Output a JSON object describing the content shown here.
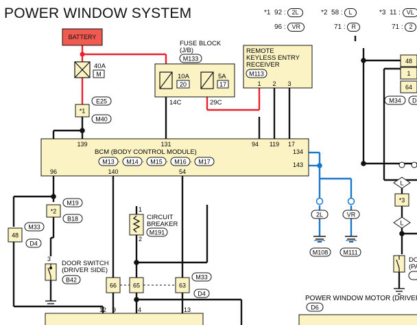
{
  "title": "POWER WINDOW SYSTEM",
  "legend": [
    {
      "mark": "*1",
      "code": "92",
      "value": "2L"
    },
    {
      "mark": "",
      "code": "96",
      "value": "VR"
    },
    {
      "mark": "*2",
      "code": "58",
      "value": "L"
    },
    {
      "mark": "",
      "code": "71",
      "value": "R"
    },
    {
      "mark": "*3",
      "code": "11",
      "value": "VL"
    },
    {
      "mark": "",
      "code": "71",
      "value": "2"
    }
  ],
  "battery": {
    "label": "BATTERY"
  },
  "fusible_link": {
    "amps": "40A",
    "code": "M"
  },
  "fuse_block": {
    "title": "FUSE BLOCK",
    "subtitle": "(J/B)",
    "connector": "M133",
    "fuse1": {
      "amps": "10A",
      "num": "20"
    },
    "fuse2": {
      "amps": "5A",
      "num": "17"
    },
    "term1": "14C",
    "term2": "29C"
  },
  "remote_receiver": {
    "line1": "REMOTE",
    "line2": "KEYLESS ENTRY",
    "line3": "RECEIVER",
    "connector": "M113",
    "pins": [
      "1",
      "2",
      "3"
    ]
  },
  "joint1": {
    "mark": "*1",
    "top": "E25",
    "bottom": "M40"
  },
  "bcm": {
    "label": "BCM (BODY CONTROL MODULE)",
    "connectors": [
      "M13",
      "M14",
      "M15",
      "M16",
      "M17"
    ],
    "pins_top": [
      "139",
      "131",
      "94",
      "119",
      "17"
    ],
    "pins_right": [
      "134",
      "143"
    ],
    "pins_bottom": [
      "96",
      "140",
      "54"
    ]
  },
  "joint2": {
    "mark": "*2",
    "top": "M19",
    "bottom": "B18"
  },
  "jc48_left": {
    "num": "48",
    "top": "M33",
    "bottom": "D4"
  },
  "door_switch": {
    "pin": "3",
    "line1": "DOOR SWITCH",
    "line2": "(DRIVER SIDE)",
    "connector": "B42"
  },
  "circuit_breaker": {
    "pin1": "1",
    "pin2": "2",
    "line1": "CIRCUIT",
    "line2": "BREAKER",
    "connector": "M191"
  },
  "ground_labels": [
    "2L",
    "VR"
  ],
  "ground_connectors": [
    "M108",
    "M111"
  ],
  "jc_boxes": [
    "66",
    "65",
    "63"
  ],
  "jc_codes": {
    "top": "M33",
    "bottom": "D4"
  },
  "pwm": {
    "label": "POWER WINDOW MOTOR (DRIVER",
    "connector": "D6"
  },
  "bottom_pins": [
    "12",
    "9",
    "4",
    "13"
  ],
  "right_panel": {
    "pins": [
      "48",
      "1",
      "64"
    ],
    "connector": "M34",
    "mark": "*3",
    "letter": "L",
    "partial_code": "D",
    "partial_label1": "DO",
    "partial_label2": "(PA"
  },
  "colors": {
    "red": "#e8202a",
    "blue": "#1a76c9",
    "fill": "#fbf3c4",
    "battery": "#f05a50"
  }
}
